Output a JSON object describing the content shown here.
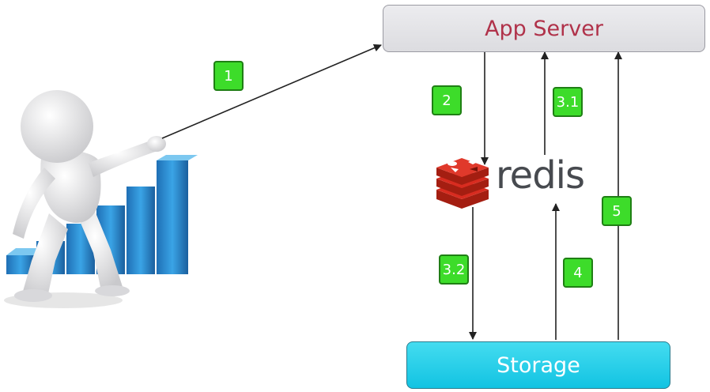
{
  "nodes": {
    "app_server": "App Server",
    "redis": "redis",
    "storage": "Storage"
  },
  "steps": {
    "s1": "1",
    "s2": "2",
    "s3_1": "3.1",
    "s3_2": "3.2",
    "s4": "4",
    "s5": "5"
  },
  "colors": {
    "step_badge": "#3ddc2a",
    "storage": "#1ac8e6",
    "app_server": "#e2e2e6",
    "redis_red": "#d32f2a"
  },
  "icons": {
    "figure": "person-pointing-icon",
    "chart": "bar-chart-icon",
    "logo": "redis-cube-icon"
  }
}
